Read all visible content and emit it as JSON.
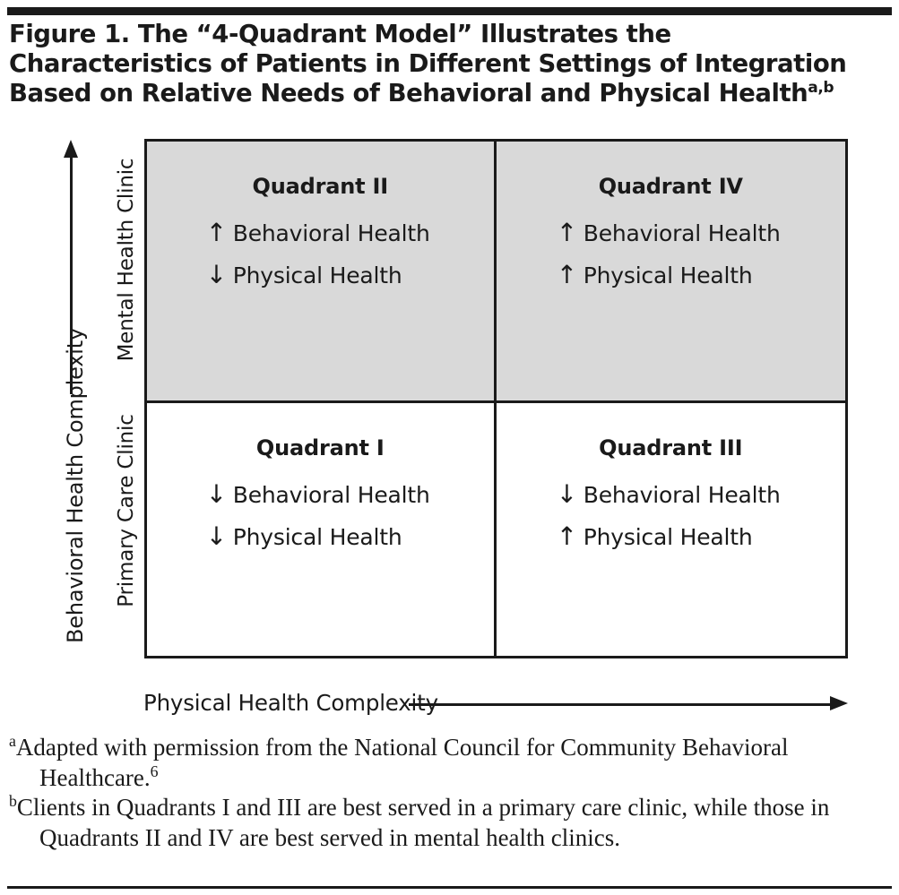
{
  "figure": {
    "title_lines": [
      "Figure 1. The “4-Quadrant Model” Illustrates the",
      "Characteristics of Patients in Different Settings of Integration",
      "Based on Relative Needs of Behavioral and Physical Health"
    ],
    "title_superscript": "a,b"
  },
  "axes": {
    "y_label": "Behavioral Health Complexity",
    "x_label": "Physical Health Complexity",
    "y_row_labels": {
      "top": "Mental Health Clinic",
      "bottom": "Primary Care Clinic"
    }
  },
  "quadrants": {
    "top_left": {
      "title": "Quadrant II",
      "line1_arrow": "↑",
      "line1_text": "Behavioral Health",
      "line2_arrow": "↓",
      "line2_text": "Physical Health",
      "shaded": true
    },
    "top_right": {
      "title": "Quadrant IV",
      "line1_arrow": "↑",
      "line1_text": "Behavioral Health",
      "line2_arrow": "↑",
      "line2_text": "Physical Health",
      "shaded": true
    },
    "bottom_left": {
      "title": "Quadrant I",
      "line1_arrow": "↓",
      "line1_text": "Behavioral Health",
      "line2_arrow": "↓",
      "line2_text": "Physical Health",
      "shaded": false
    },
    "bottom_right": {
      "title": "Quadrant III",
      "line1_arrow": "↓",
      "line1_text": "Behavioral Health",
      "line2_arrow": "↑",
      "line2_text": "Physical Health",
      "shaded": false
    }
  },
  "footnotes": [
    {
      "marker": "a",
      "text": "Adapted with permission from the National Council for Community Behavioral Healthcare.",
      "reference": "6"
    },
    {
      "marker": "b",
      "text": "Clients in Quadrants I and III are best served in a primary care clinic, while those in Quadrants II and IV are best served in mental health clinics.",
      "reference": ""
    }
  ],
  "colors": {
    "ink": "#1a1a1a",
    "shade": "#d9d9d9",
    "page": "#ffffff"
  }
}
